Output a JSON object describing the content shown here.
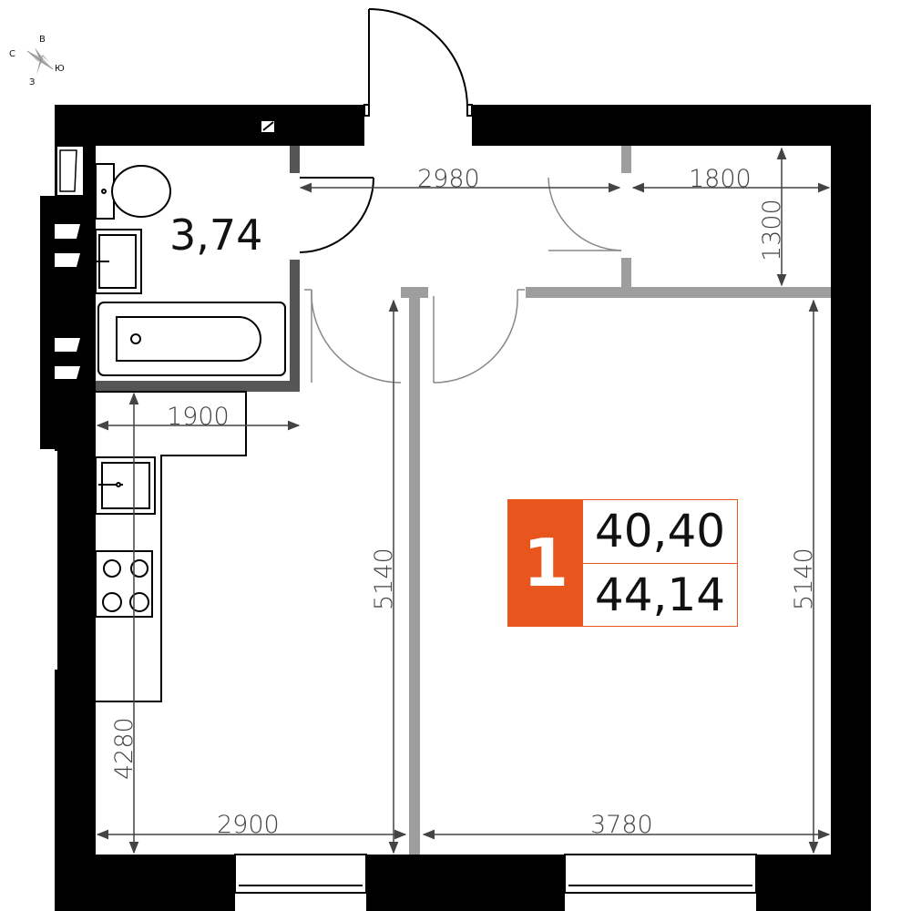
{
  "compass": {
    "n": "С",
    "e": "В",
    "s": "Ю",
    "w": "З"
  },
  "rooms": {
    "bathroom_area": "3,74"
  },
  "dimensions": {
    "hall_width": "2980",
    "closet_width": "1800",
    "closet_depth": "1300",
    "kitchen_width": "1900",
    "kitchen_depth": "4280",
    "room_left_height": "5140",
    "room_right_height": "5140",
    "bottom_left": "2900",
    "bottom_right": "3780"
  },
  "apartment": {
    "rooms": "1",
    "living_area": "40,40",
    "total_area": "44,14"
  },
  "colors": {
    "wall": "#000000",
    "partition": "#9e9e9e",
    "accent": "#e8561d"
  }
}
